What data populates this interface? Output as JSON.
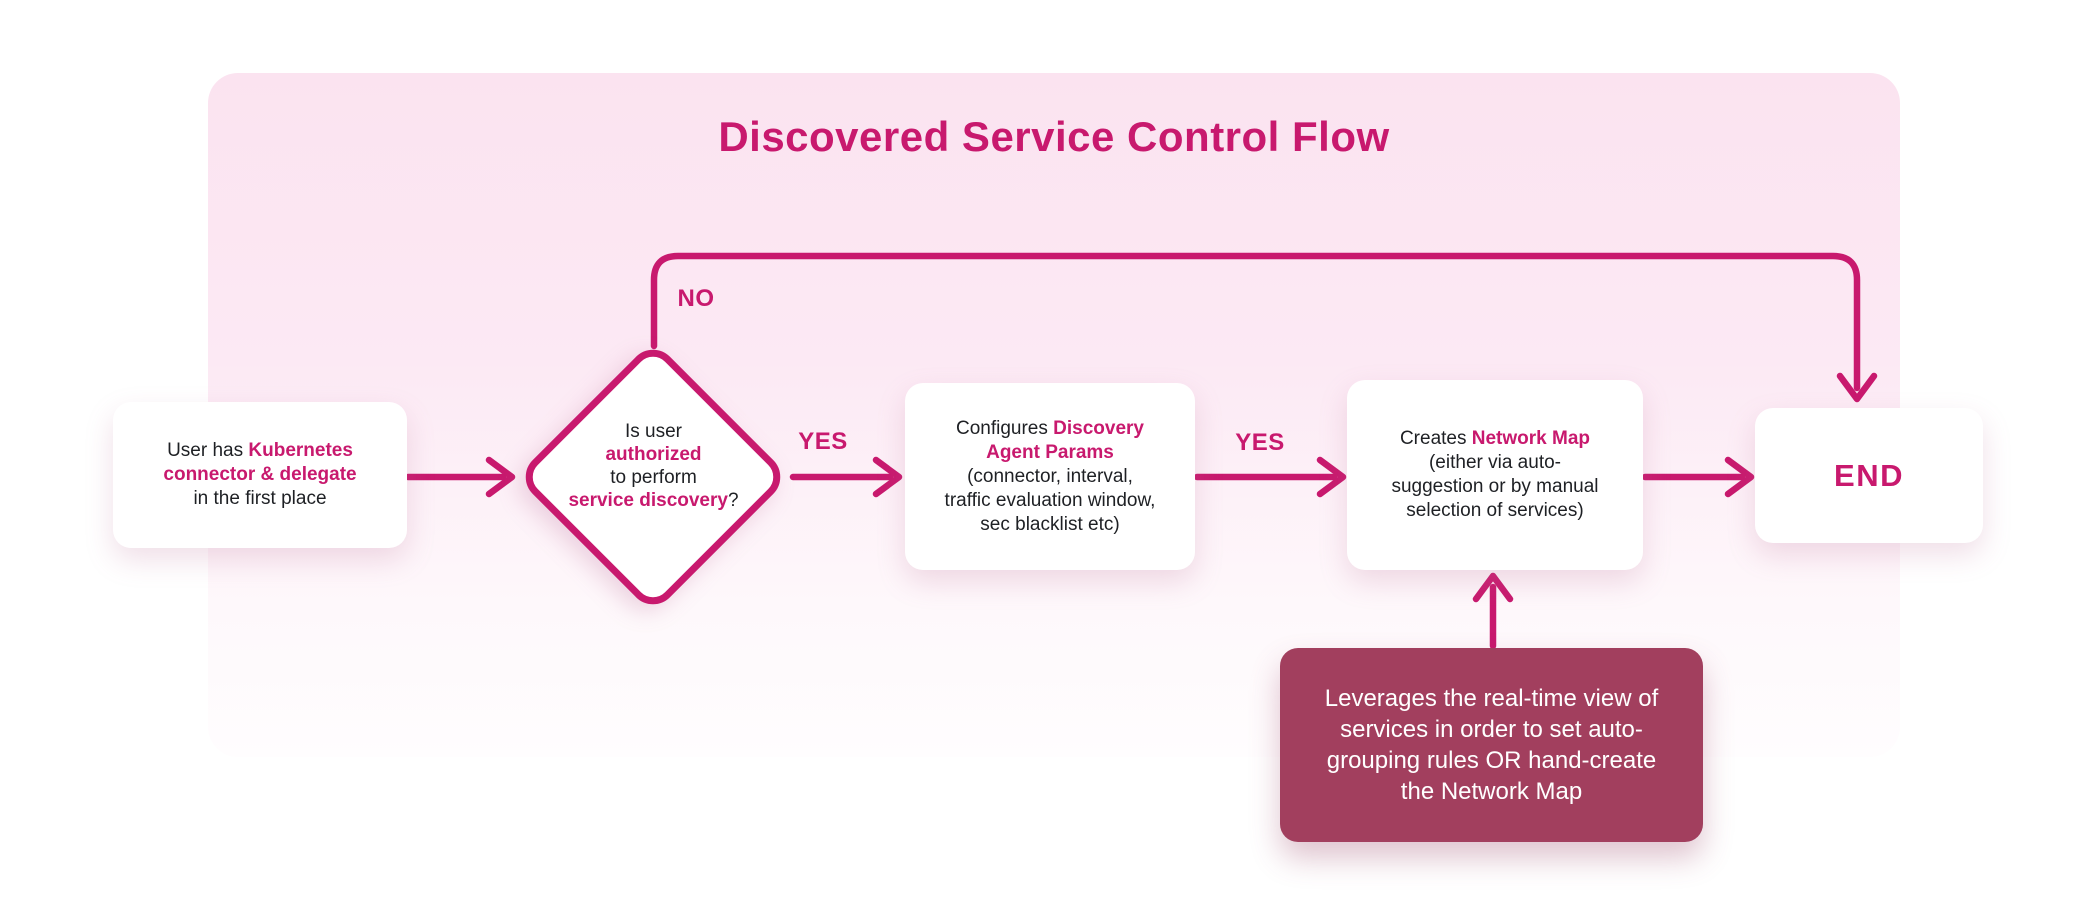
{
  "title": "Discovered Service Control Flow",
  "colors": {
    "accent": "#c8196e",
    "annotation_bg": "#a23f5e",
    "canvas_pink": "#fbe3f0",
    "node_bg": "#ffffff",
    "text_dark": "#1e2024"
  },
  "labels": {
    "no": "NO",
    "yes_authorized": "YES",
    "yes_configured": "YES"
  },
  "nodes": {
    "start": {
      "segments": [
        {
          "t": "User has "
        },
        {
          "t": "Kubernetes",
          "accent": true
        },
        {
          "br": true
        },
        {
          "t": "connector & delegate",
          "accent": true
        },
        {
          "br": true
        },
        {
          "t": "in the first place"
        }
      ]
    },
    "decision": {
      "segments": [
        {
          "t": "Is user"
        },
        {
          "br": true
        },
        {
          "t": "authorized",
          "accent": true
        },
        {
          "br": true
        },
        {
          "t": "to perform"
        },
        {
          "br": true
        },
        {
          "t": "service discovery",
          "accent": true
        },
        {
          "t": "?"
        }
      ]
    },
    "configure": {
      "segments": [
        {
          "t": "Configures "
        },
        {
          "t": "Discovery",
          "accent": true
        },
        {
          "br": true
        },
        {
          "t": "Agent Params",
          "accent": true
        },
        {
          "br": true
        },
        {
          "t": "(connector, interval,"
        },
        {
          "br": true
        },
        {
          "t": "traffic evaluation window,"
        },
        {
          "br": true
        },
        {
          "t": "sec blacklist etc)"
        }
      ]
    },
    "create_map": {
      "segments": [
        {
          "t": "Creates "
        },
        {
          "t": "Network Map",
          "accent": true
        },
        {
          "br": true
        },
        {
          "t": "(either via auto-"
        },
        {
          "br": true
        },
        {
          "t": "suggestion or by manual"
        },
        {
          "br": true
        },
        {
          "t": "selection of services)"
        }
      ]
    },
    "end": {
      "label": "END"
    },
    "annotation": {
      "segments": [
        {
          "t": "Leverages the real-time view of"
        },
        {
          "br": true
        },
        {
          "t": "services in order to set auto-"
        },
        {
          "br": true
        },
        {
          "t": "grouping rules OR hand-create"
        },
        {
          "br": true
        },
        {
          "t": "the Network Map"
        }
      ]
    }
  }
}
